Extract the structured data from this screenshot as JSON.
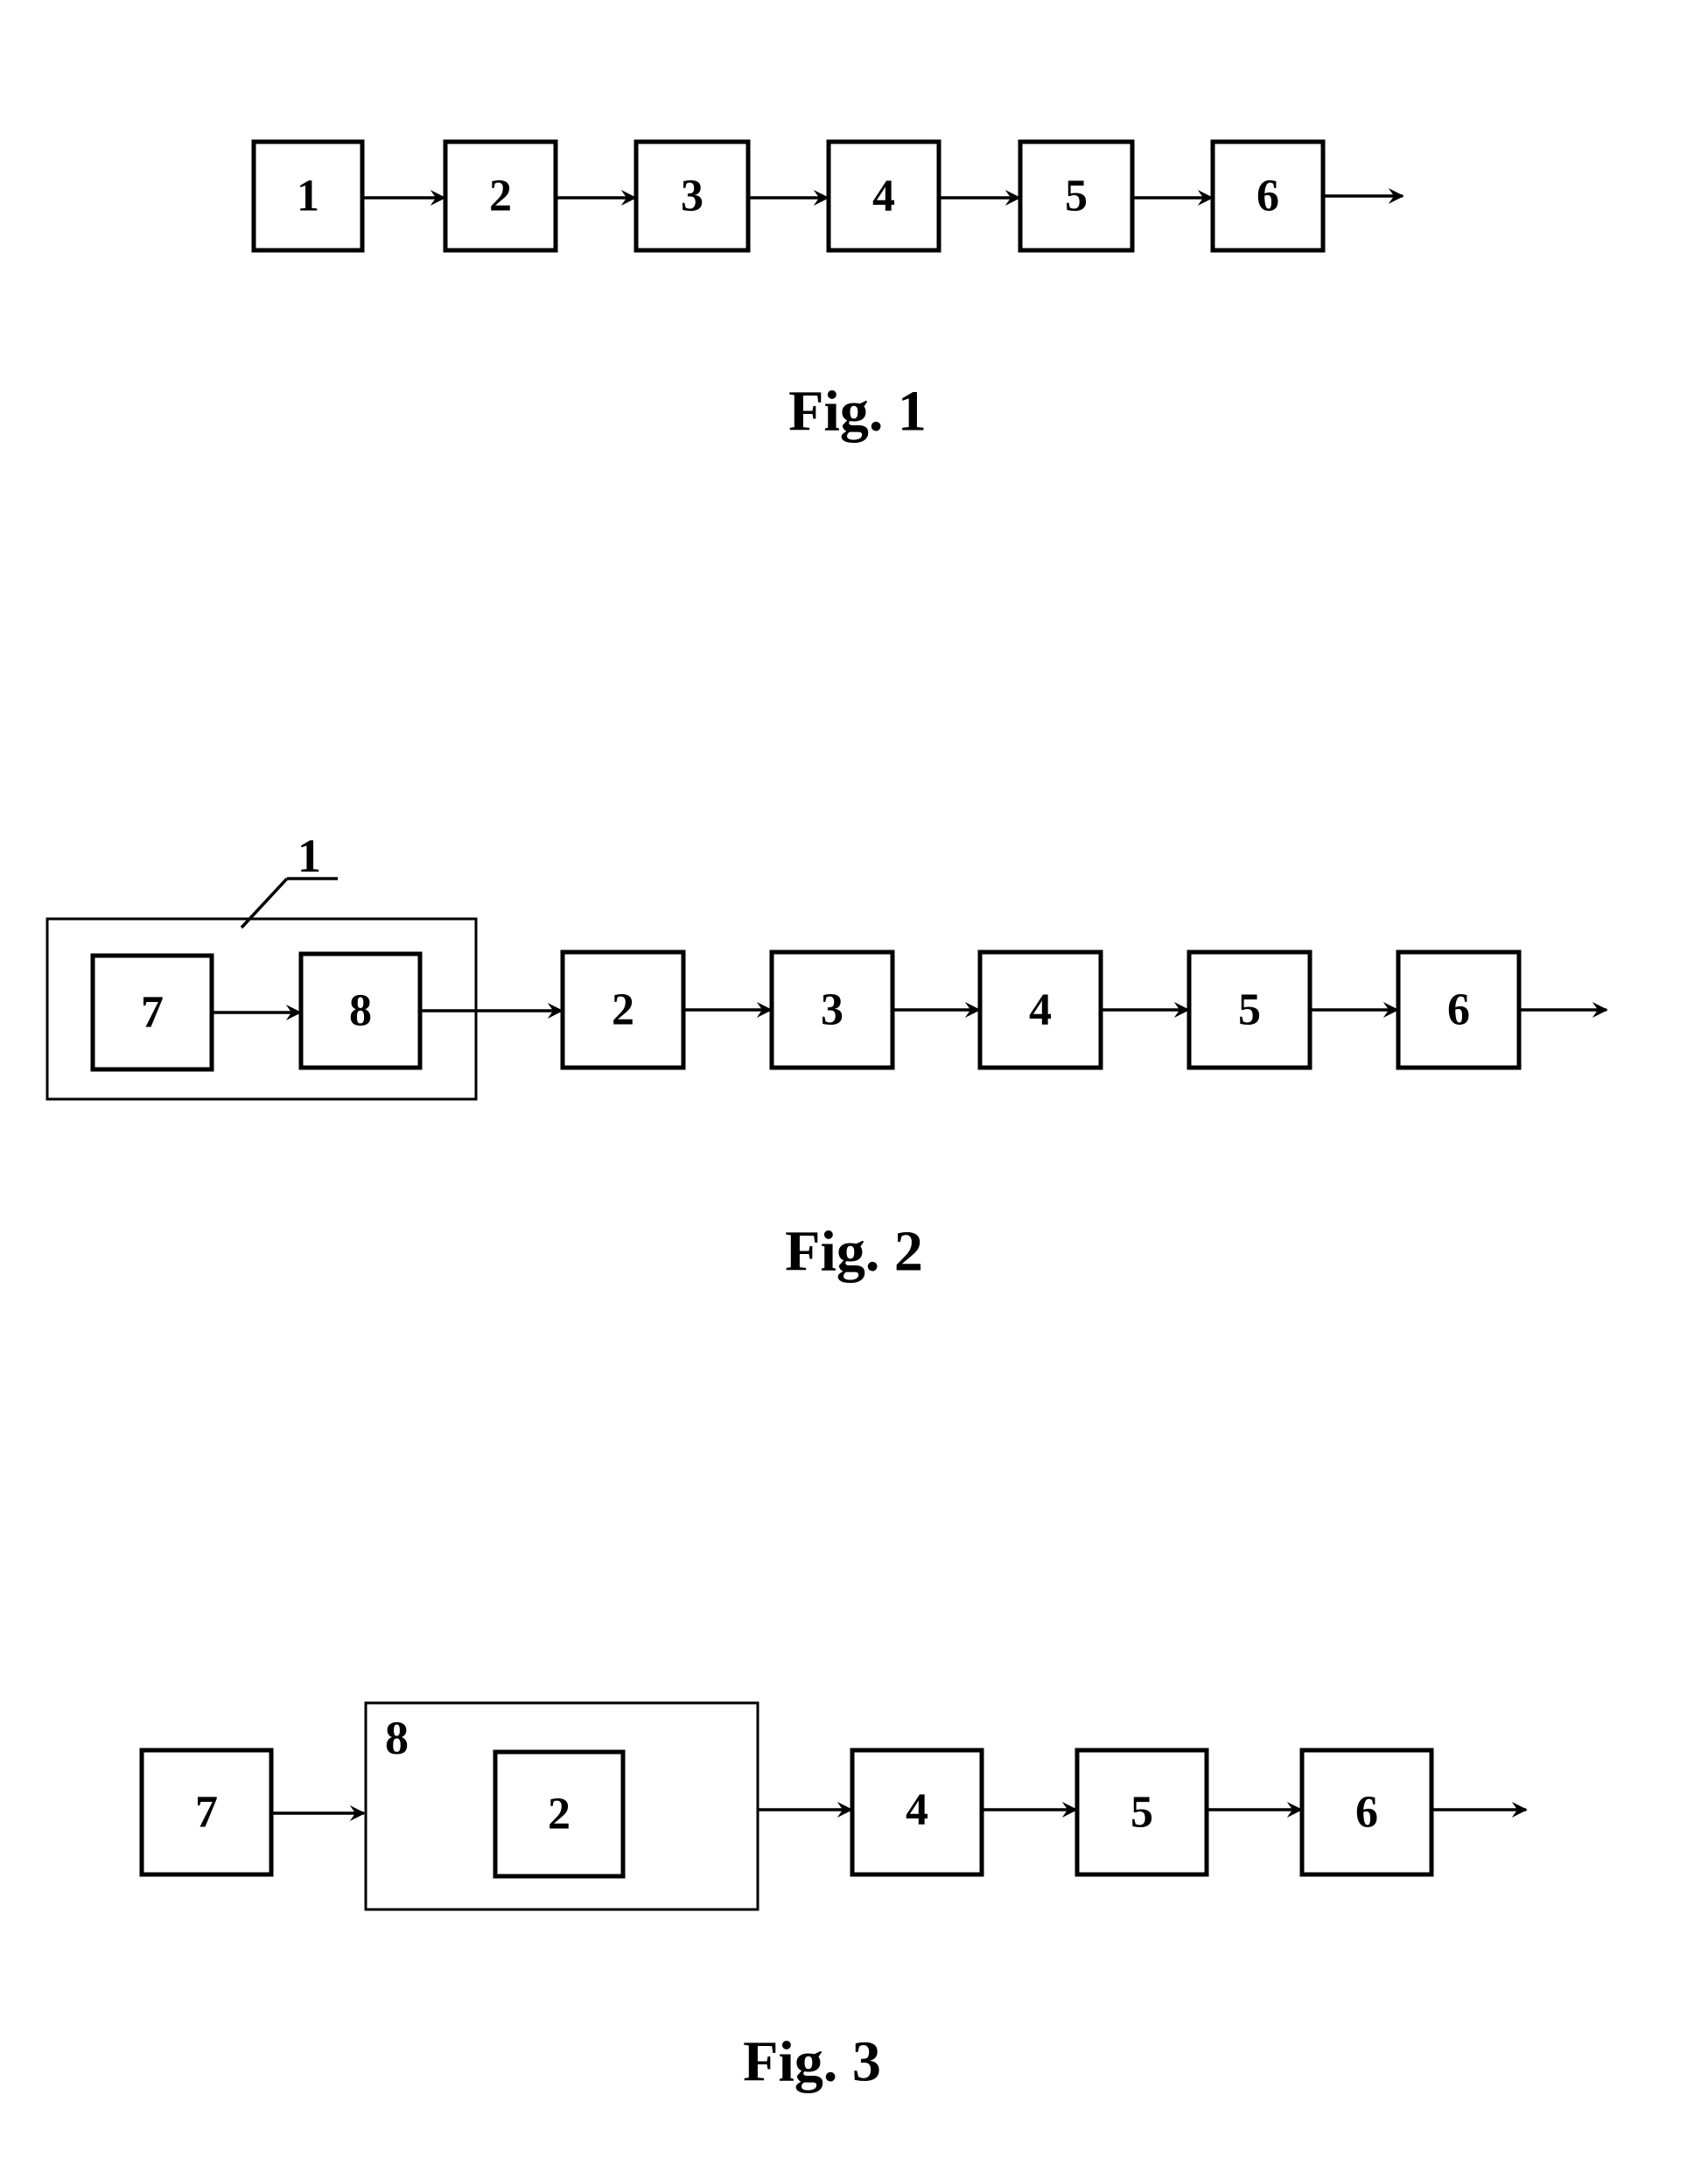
{
  "figures": [
    {
      "caption": "Fig. 1",
      "blocks": [
        "1",
        "2",
        "3",
        "4",
        "5",
        "6"
      ]
    },
    {
      "caption": "Fig. 2",
      "group_label": "1",
      "group_blocks": [
        "7",
        "8"
      ],
      "blocks": [
        "2",
        "3",
        "4",
        "5",
        "6"
      ]
    },
    {
      "caption": "Fig. 3",
      "container_label": "8",
      "blocks": [
        "7",
        "2",
        "4",
        "5",
        "6"
      ]
    }
  ]
}
